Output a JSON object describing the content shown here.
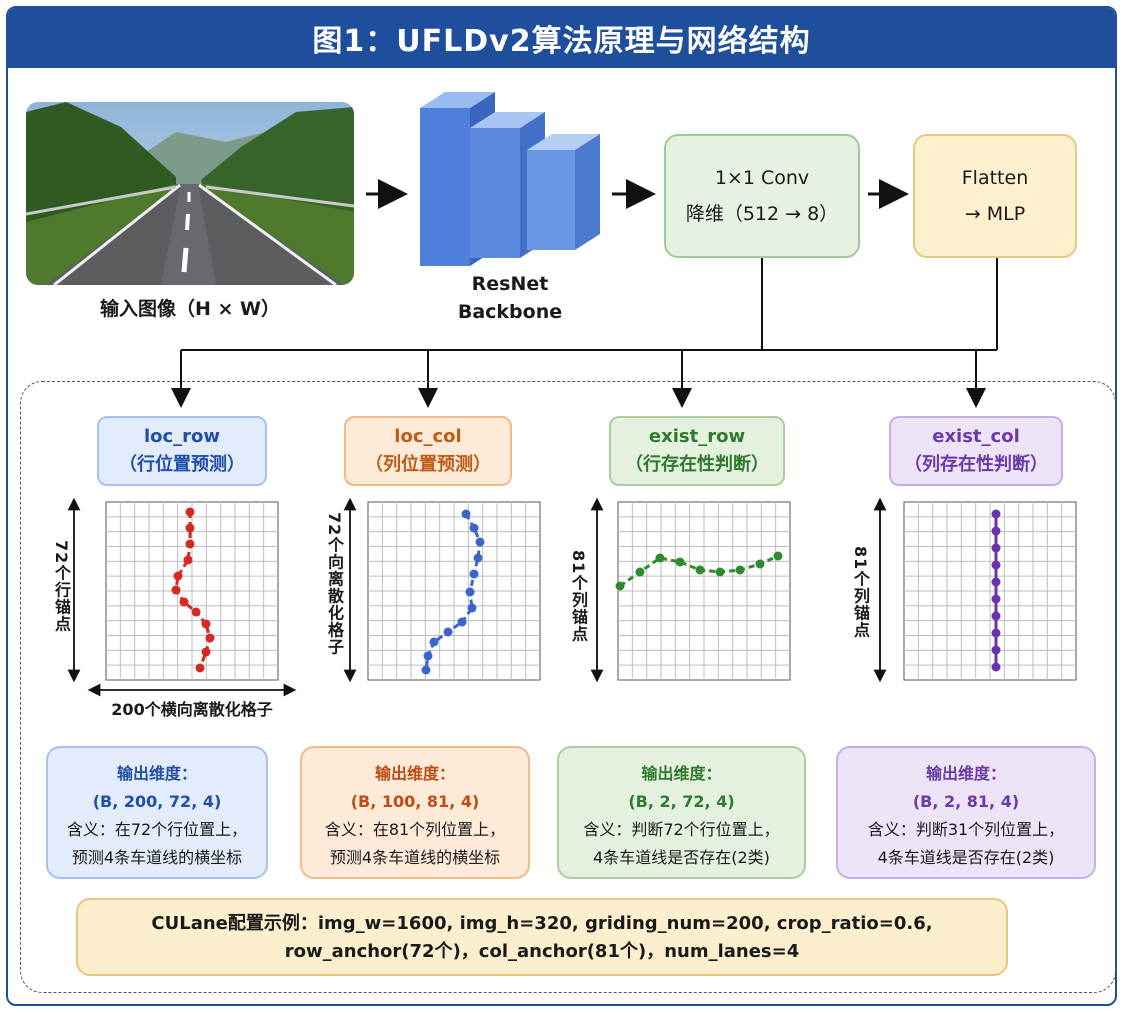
{
  "title": "图1：UFLDv2算法原理与网络结构",
  "input_caption": "输入图像（H × W）",
  "backbone_caption": [
    "ResNet",
    "Backbone"
  ],
  "conv_box": [
    "1×1 Conv",
    "降维（512 → 8）"
  ],
  "mlp_box": [
    "Flatten",
    "→ MLP"
  ],
  "heads": [
    {
      "name": "loc_row",
      "desc": "（行位置预测）",
      "axis": "72个行锚点",
      "color": "#1f4fa8"
    },
    {
      "name": "loc_col",
      "desc": "（列位置预测）",
      "axis": "72个向离散化格子",
      "color": "#c05a17"
    },
    {
      "name": "exist_row",
      "desc": "（行存在性判断）",
      "axis": "81个列锚点",
      "color": "#2f7a2f"
    },
    {
      "name": "exist_col",
      "desc": "（列存在性判断）",
      "axis": "81个列锚点",
      "color": "#6a3aa8"
    }
  ],
  "x_axis_label": "200个横向离散化格子",
  "outputs": [
    {
      "title": "输出维度：",
      "dims": "(B, 200, 72, 4)",
      "line1": "含义：在72个行位置上，",
      "line2": "预测4条车道线的横坐标"
    },
    {
      "title": "输出维度：",
      "dims": "(B, 100, 81, 4)",
      "line1": "含义：在81个列位置上，",
      "line2": "预测4条车道线的横坐标"
    },
    {
      "title": "输出维度：",
      "dims": "(B, 2, 72, 4)",
      "line1": "含义：判断72个行位置上，",
      "line2": "4条车道线是否存在(2类)"
    },
    {
      "title": "输出维度：",
      "dims": "(B, 2, 81, 4)",
      "line1": "含义：判断31个列位置上，",
      "line2": "4条车道线是否存在(2类)"
    }
  ],
  "config": [
    "CULane配置示例：img_w=1600, img_h=320, griding_num=200, crop_ratio=0.6,",
    "row_anchor(72个)，col_anchor(81个)，num_lanes=4"
  ],
  "colors": {
    "primary": "#1f4f9c",
    "blue": "#3a66c9",
    "red": "#d42a20",
    "green": "#2e8b2e",
    "purple": "#6a32b0"
  }
}
